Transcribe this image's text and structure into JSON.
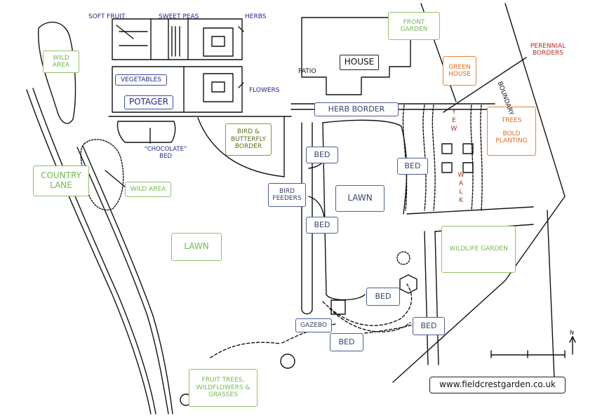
{
  "map": {
    "areas": {
      "soft_fruit": "SOFT FRUIT",
      "sweet_peas": "SWEET PEAS",
      "herbs": "HERBS",
      "vegetables": "VEGETABLES",
      "potager": "POTAGER",
      "flowers": "FLOWERS",
      "chocolate_bed": "“CHOCOLATE” BED",
      "wild_area_top": "WILD AREA",
      "country_lane": "COUNTRY LANE",
      "wild_area_small": "WILD AREA",
      "bird_butterfly_border": "BIRD & BUTTERFLY BORDER",
      "lawn_main": "LAWN",
      "house": "HOUSE",
      "patio": "PATIO",
      "front_garden": "FRONT GARDEN",
      "green_house": "GREEN HOUSE",
      "perennial_borders": "PERENNIAL BORDERS",
      "boundary": "BOUNDARY",
      "herb_border": "HERB BORDER",
      "yew": "YEW",
      "walk": "WALK",
      "trees_bold_planting_1": "TREES",
      "trees_bold_planting_2": "BOLD PLANTING",
      "bed_1": "BED",
      "bed_2": "BED",
      "bed_3": "BED",
      "bed_4": "BED",
      "bed_5": "BED",
      "bed_6": "BED",
      "bird_feeders": "BIRD FEEDERS",
      "lawn_inner": "LAWN",
      "wildlife_garden": "WILDLIFE GARDEN",
      "gazebo": "GAZEBO",
      "fruit_trees": "FRUIT TREES, WILDFLOWERS & GRASSES"
    },
    "north_label": "N",
    "website": "www.fieldcrestgarden.co.uk",
    "colors": {
      "green": "#74b74f",
      "olive": "#58701c",
      "navy": "#1f2d8a",
      "orange": "#e06b1f",
      "red": "#b22a22",
      "ink": "#111111"
    }
  }
}
